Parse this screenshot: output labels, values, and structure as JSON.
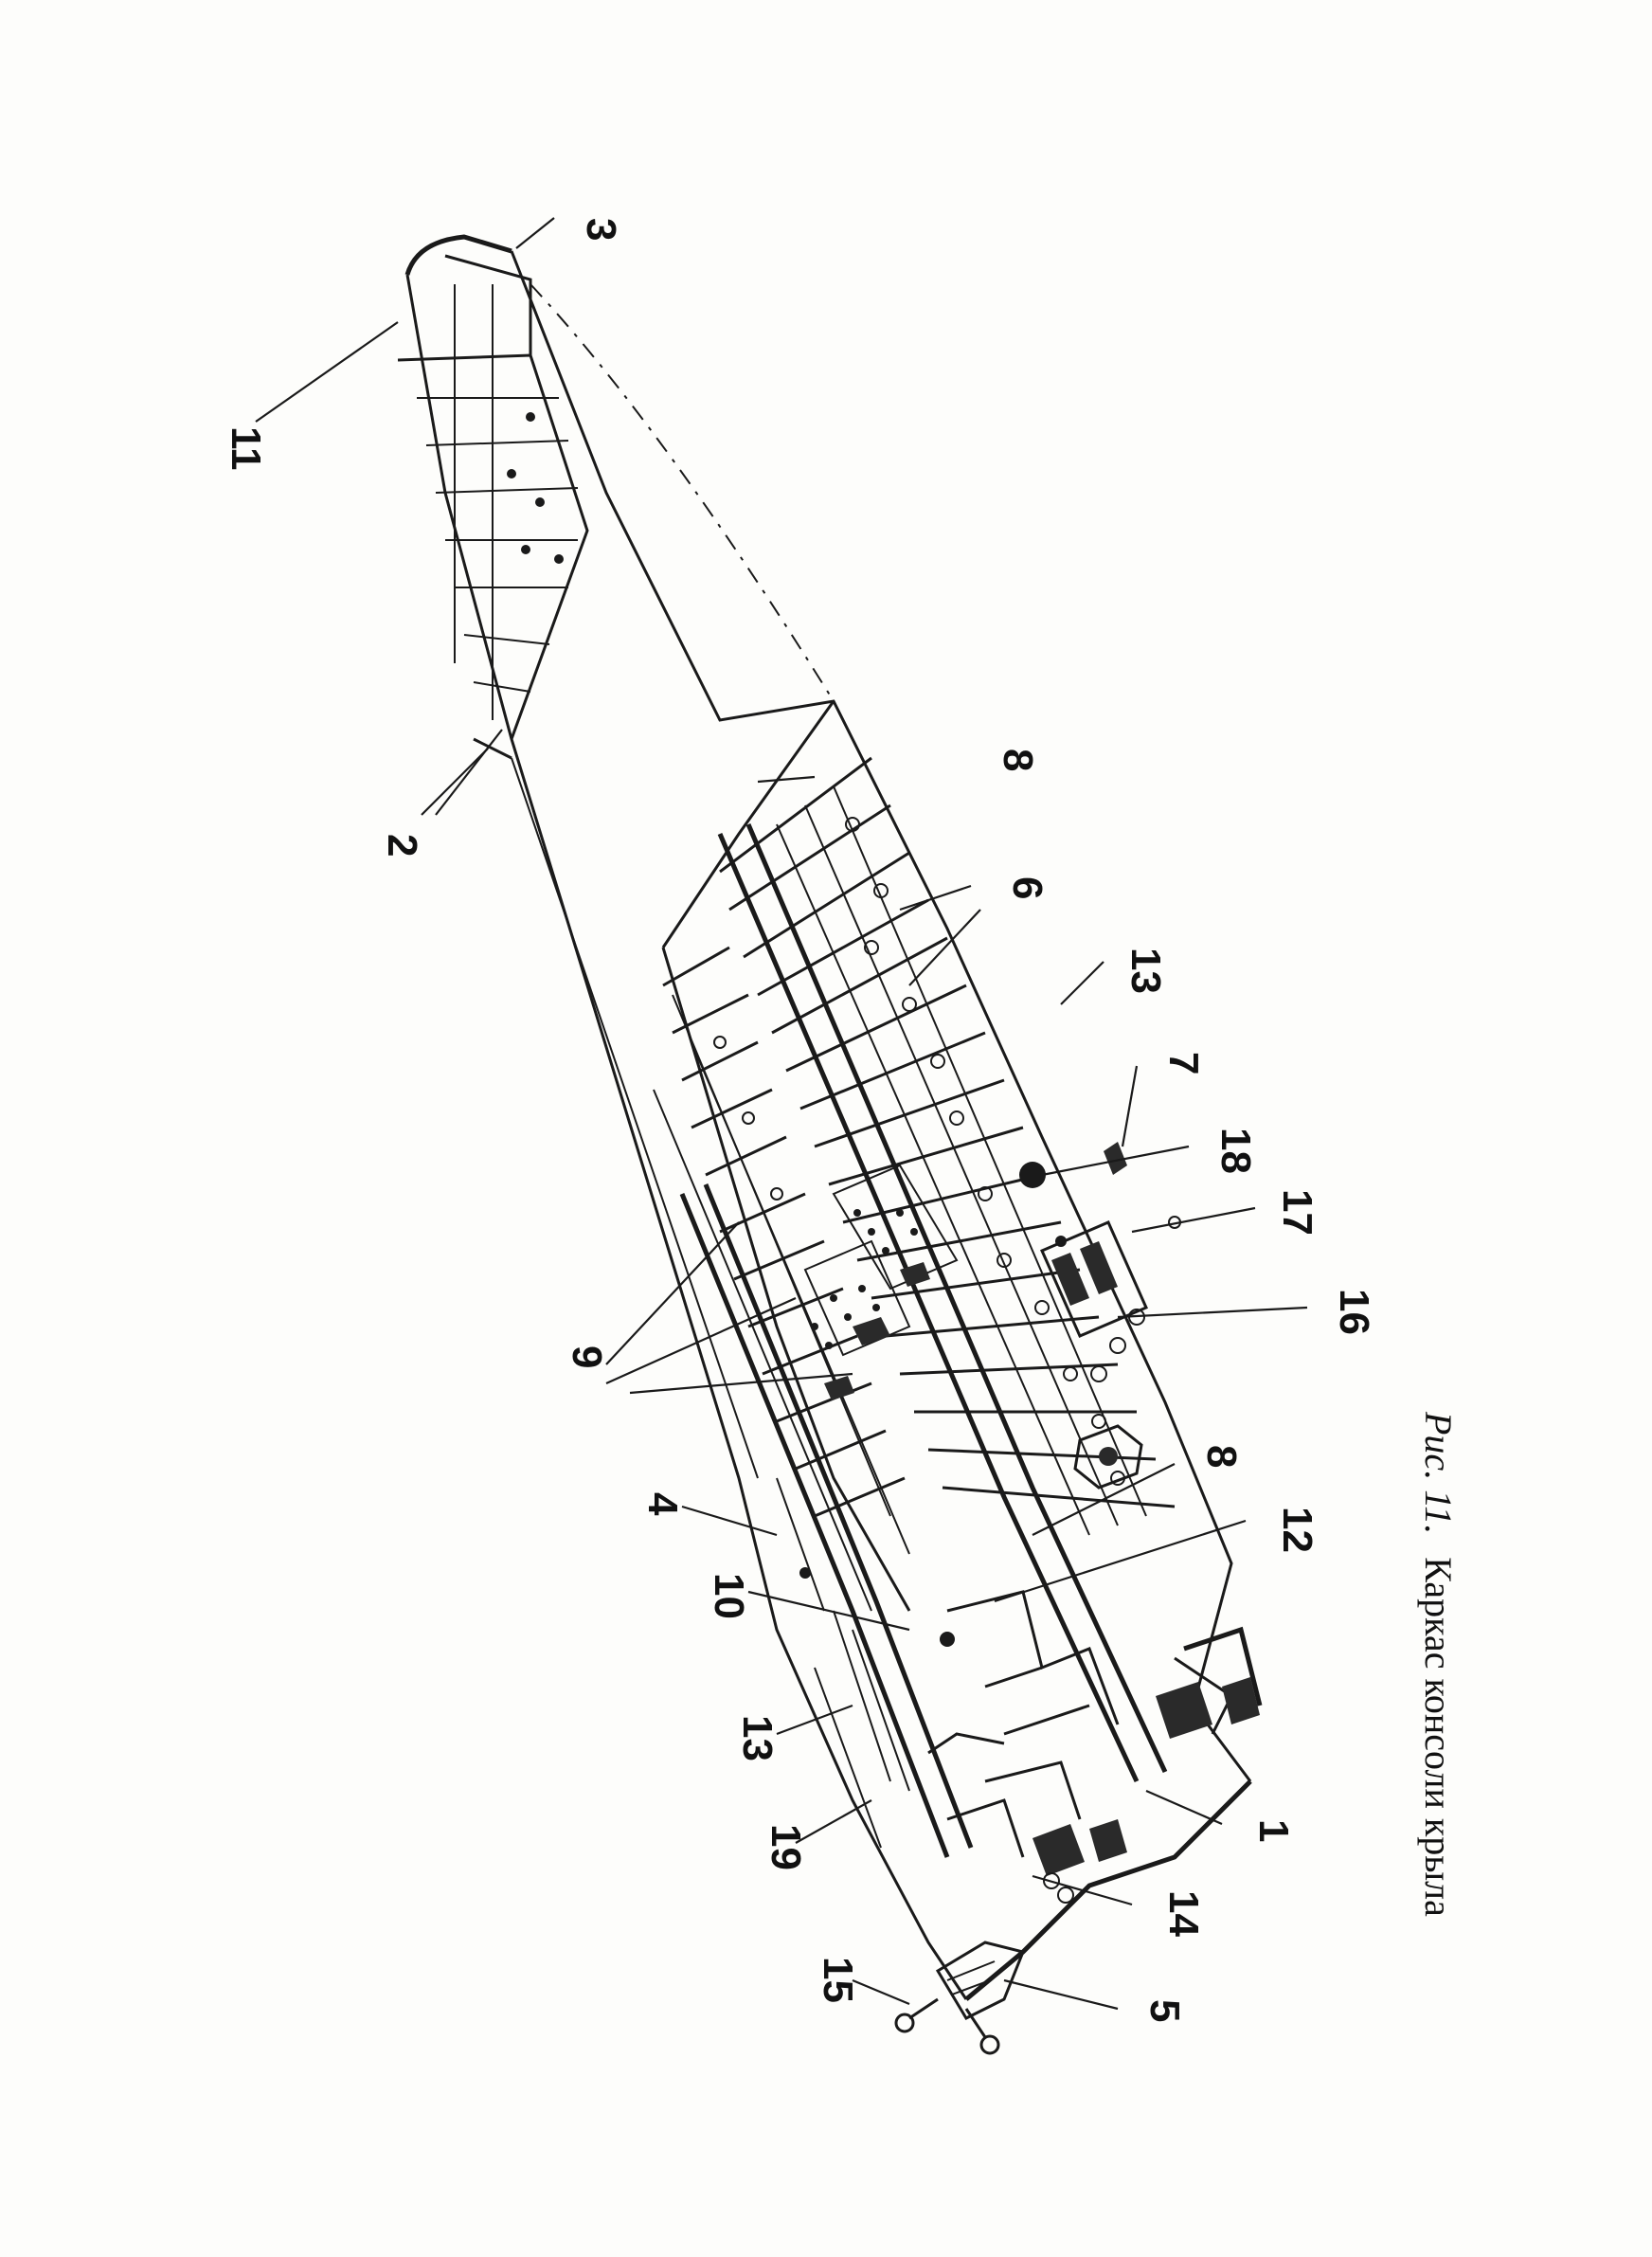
{
  "figure": {
    "caption_prefix": "Рис. 11.",
    "caption_text": "Каркас консоли крыла",
    "callouts": [
      {
        "id": "c3",
        "label": "3"
      },
      {
        "id": "c11",
        "label": "11"
      },
      {
        "id": "c2",
        "label": "2"
      },
      {
        "id": "c8a",
        "label": "8"
      },
      {
        "id": "c6",
        "label": "6"
      },
      {
        "id": "c13a",
        "label": "13"
      },
      {
        "id": "c7",
        "label": "7"
      },
      {
        "id": "c18",
        "label": "18"
      },
      {
        "id": "c17",
        "label": "17"
      },
      {
        "id": "c16",
        "label": "16"
      },
      {
        "id": "c9",
        "label": "9"
      },
      {
        "id": "c8b",
        "label": "8"
      },
      {
        "id": "c4",
        "label": "4"
      },
      {
        "id": "c12",
        "label": "12"
      },
      {
        "id": "c10",
        "label": "10"
      },
      {
        "id": "c1",
        "label": "1"
      },
      {
        "id": "c13b",
        "label": "13"
      },
      {
        "id": "c19",
        "label": "19"
      },
      {
        "id": "c14",
        "label": "14"
      },
      {
        "id": "c15",
        "label": "15"
      },
      {
        "id": "c5",
        "label": "5"
      }
    ]
  },
  "colors": {
    "ink": "#1a1a1a",
    "paper": "#fdfdfb"
  }
}
